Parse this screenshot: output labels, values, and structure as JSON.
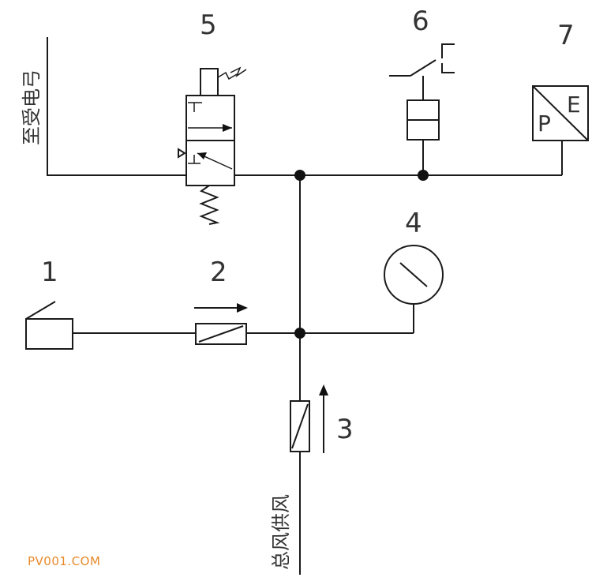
{
  "labels": {
    "n1": "1",
    "n2": "2",
    "n3": "3",
    "n4": "4",
    "n5": "5",
    "n6": "6",
    "n7": "7",
    "to_signal": "至受电弓",
    "main_supply": "总风供风",
    "p": "P",
    "e": "E"
  },
  "watermark": "PV001.COM",
  "colors": {
    "line": "#1a1a1a",
    "text": "#333333",
    "watermark": "#e8892a"
  }
}
